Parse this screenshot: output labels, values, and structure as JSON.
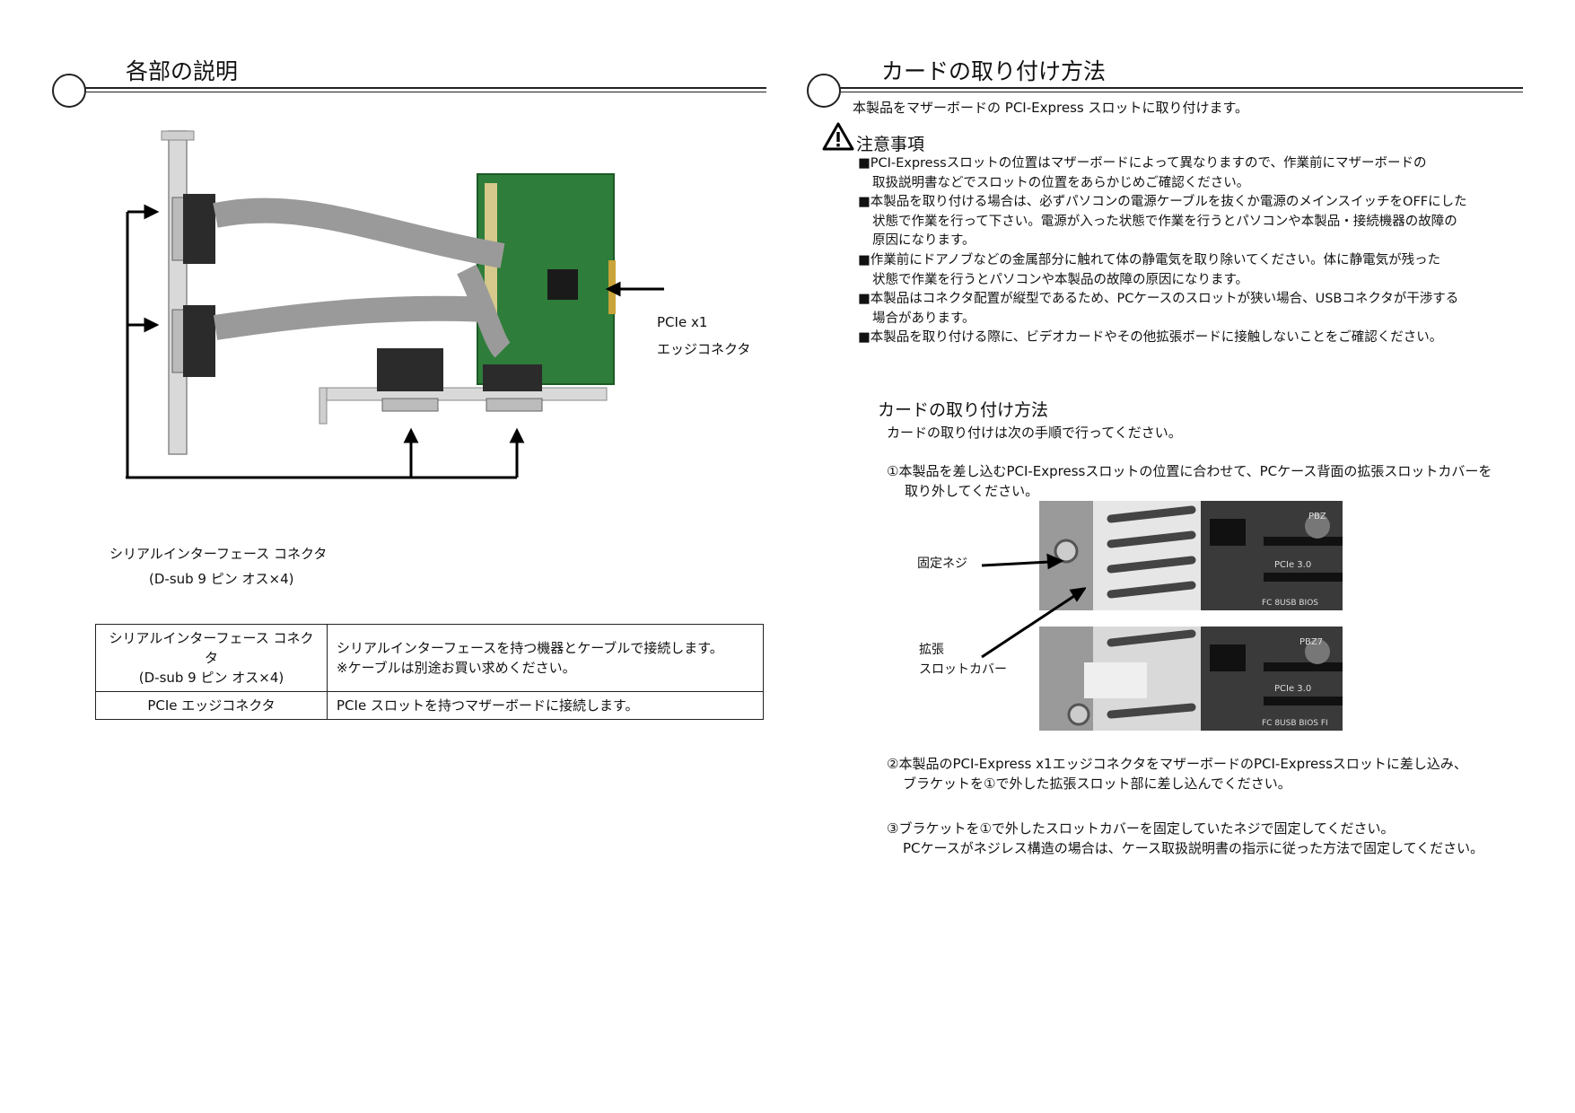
{
  "left": {
    "title": "各部の説明",
    "pcie_label_line1": "PCIe x1",
    "pcie_label_line2": "エッジコネクタ",
    "serial_label_line1": "シリアルインターフェース コネクタ",
    "serial_label_line2": "(D-sub 9 ピン オス×4)",
    "table": [
      {
        "name_lines": [
          "シリアルインターフェース コネクタ",
          "(D-sub 9 ピン オス×4)"
        ],
        "desc_lines": [
          "シリアルインターフェースを持つ機器とケーブルで接続します。",
          "※ケーブルは別途お買い求めください。"
        ]
      },
      {
        "name_lines": [
          "PCIe エッジコネクタ"
        ],
        "desc_lines": [
          "PCIe スロットを持つマザーボードに接続します。"
        ]
      }
    ]
  },
  "right": {
    "title": "カードの取り付け方法",
    "intro": "本製品をマザーボードの PCI-Express スロットに取り付けます。",
    "caution_title": "注意事項",
    "caution_lines": [
      "■PCI-Expressスロットの位置はマザーボードによって異なりますので、作業前にマザーボードの",
      "取扱説明書などでスロットの位置をあらかじめご確認ください。",
      "■本製品を取り付ける場合は、必ずパソコンの電源ケーブルを抜くか電源のメインスイッチをOFFにした",
      "状態で作業を行って下さい。電源が入った状態で作業を行うとパソコンや本製品・接続機器の故障の",
      "原因になります。",
      "■作業前にドアノブなどの金属部分に触れて体の静電気を取り除いてください。体に静電気が残った",
      "状態で作業を行うとパソコンや本製品の故障の原因になります。",
      "■本製品はコネクタ配置が縦型であるため、PCケースのスロットが狭い場合、USBコネクタが干渉する",
      "場合があります。",
      "■本製品を取り付ける際に、ビデオカードやその他拡張ボードに接触しないことをご確認ください。"
    ],
    "method_title": "カードの取り付け方法",
    "method_intro": "カードの取り付けは次の手順で行ってください。",
    "step1_line1": "①本製品を差し込むPCI-Expressスロットの位置に合わせて、PCケース背面の拡張スロットカバーを",
    "step1_line2": "取り外してください。",
    "screw_label": "固定ネジ",
    "cover_label_line1": "拡張",
    "cover_label_line2": "スロットカバー",
    "photo_top_marks": [
      "PBZ",
      "PCIe 3.0",
      "FC  8USB BIOS"
    ],
    "photo_bottom_marks": [
      "PBZ7",
      "PCIe 3.0",
      "FC  8USB BIOS FI"
    ],
    "step2_line1": "②本製品のPCI-Express x1エッジコネクタをマザーボードのPCI-Expressスロットに差し込み、",
    "step2_line2": "ブラケットを①で外した拡張スロット部に差し込んでください。",
    "step3_line1": "③ブラケットを①で外したスロットカバーを固定していたネジで固定してください。",
    "step3_line2": "PCケースがネジレス構造の場合は、ケース取扱説明書の指示に従った方法で固定してください。"
  }
}
